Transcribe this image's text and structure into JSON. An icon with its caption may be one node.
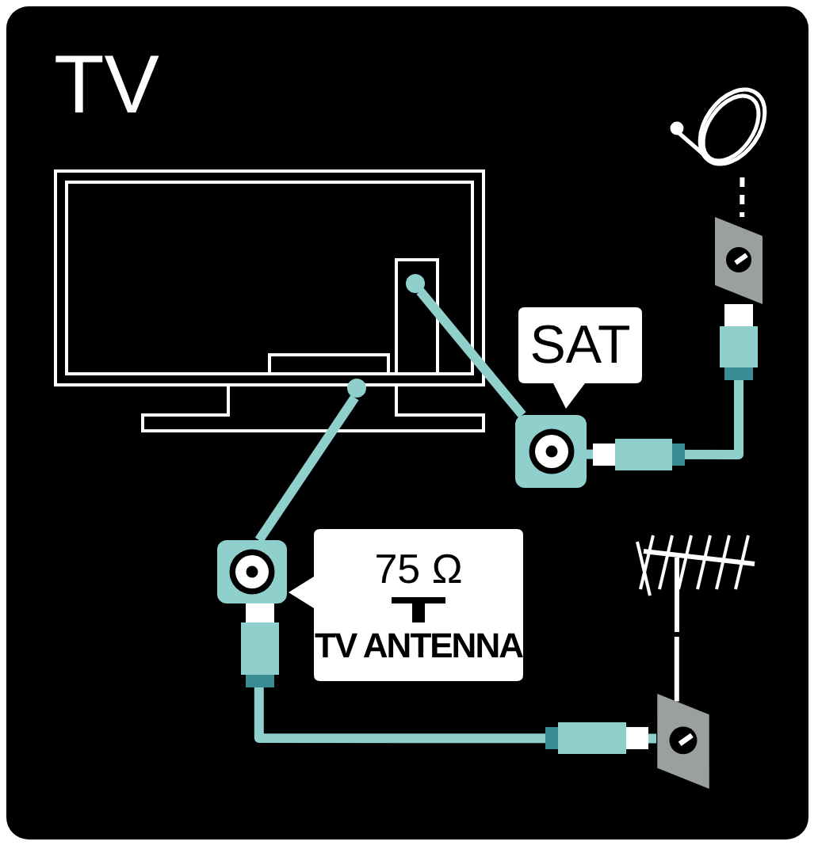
{
  "diagram": {
    "title": "TV",
    "nodes": [
      {
        "text": [],
        "shape": "circle"
      },
      {
        "text": [],
        "shape": "circle"
      },
      {
        "text": [],
        "shape": "box"
      },
      {
        "text": [],
        "shape": "box"
      },
      {
        "text": [
          "SAT"
        ]
      },
      {
        "text": [
          "75 Ω",
          "TV ANTENNA"
        ]
      },
      {
        "text": [],
        "shape": "picture"
      },
      {
        "text": [],
        "shape": "box"
      },
      {
        "text": [],
        "shape": "picture"
      },
      {
        "text": [],
        "shape": "box"
      }
    ],
    "edges": [
      {
        "from": 0,
        "to": 2,
        "arrow": "none"
      },
      {
        "from": 1,
        "to": 3,
        "arrow": "none"
      },
      {
        "from": 2,
        "to": 7,
        "arrow": "none"
      },
      {
        "from": 6,
        "to": 7,
        "arrow": "none",
        "style": "dashed",
        "color": "#ffffff"
      },
      {
        "from": 3,
        "to": 9,
        "arrow": "none"
      },
      {
        "from": 8,
        "to": 9,
        "arrow": "none",
        "color": "#ffffff"
      }
    ]
  }
}
